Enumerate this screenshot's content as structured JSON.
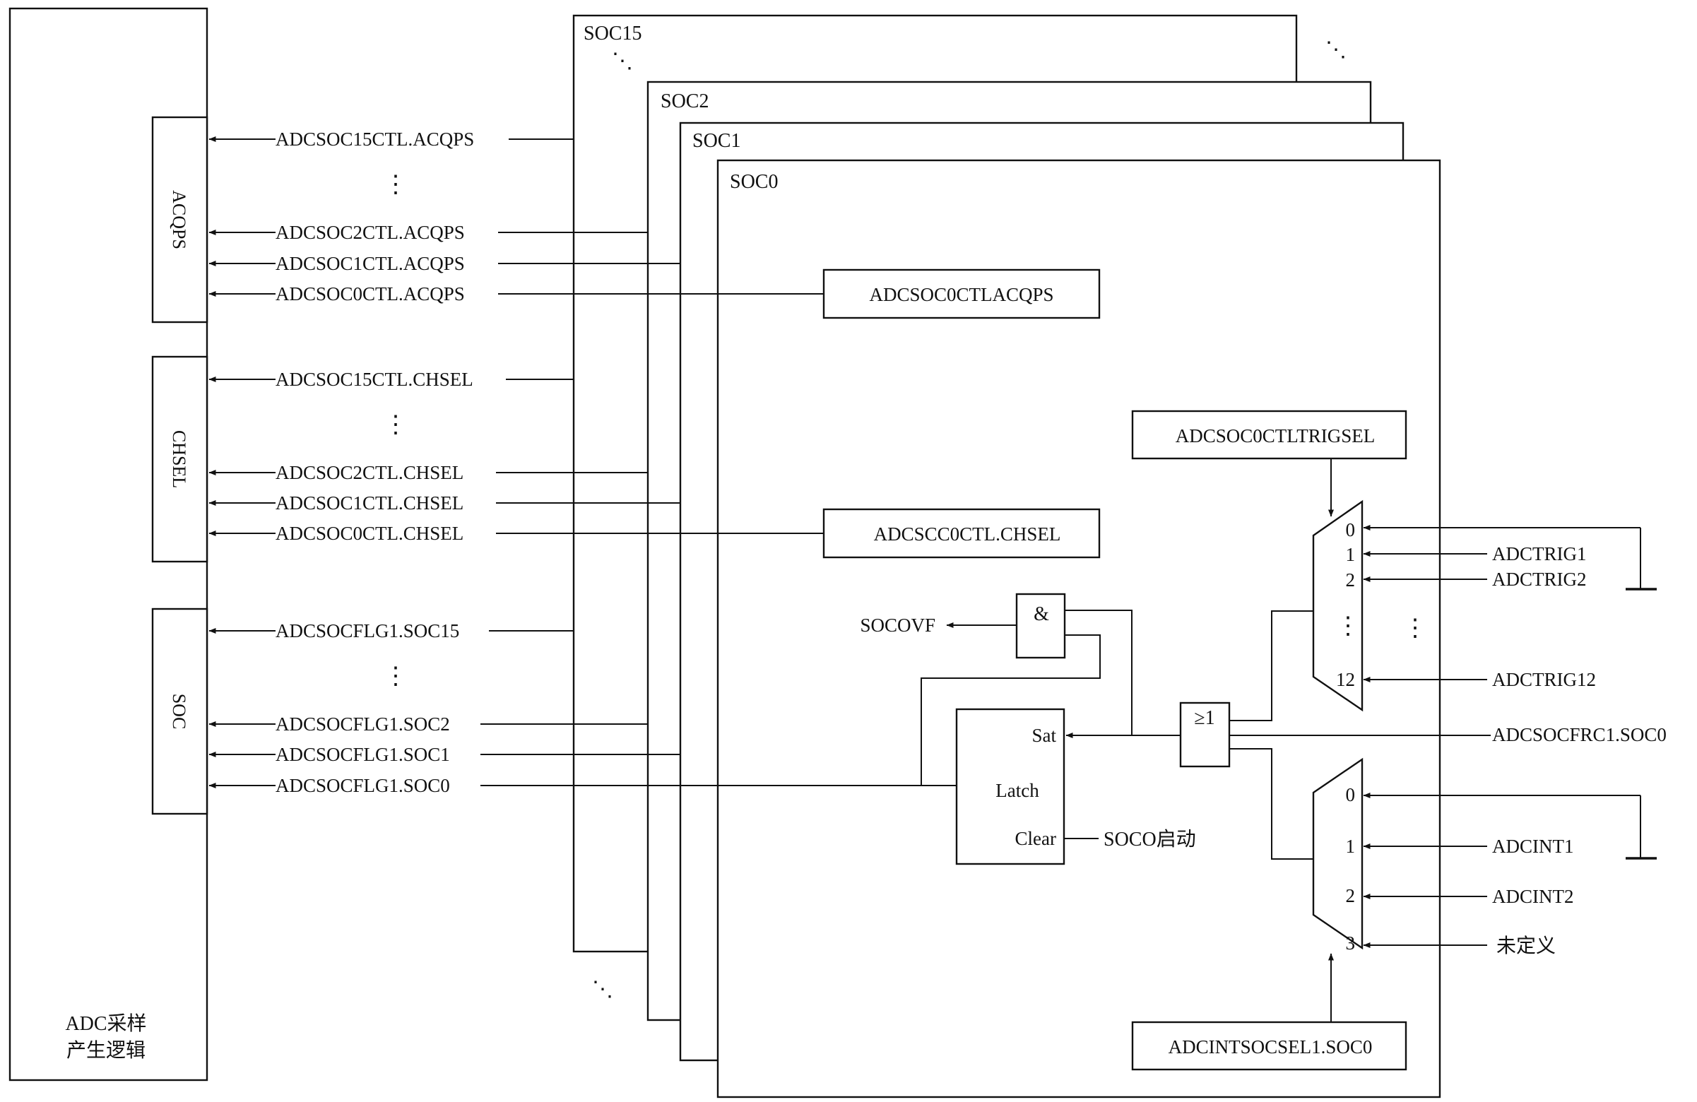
{
  "main_block": {
    "label_line1": "ADC采样",
    "label_line2": "产生逻辑"
  },
  "groups": {
    "acqps": "ACQPS",
    "chsel": "CHSEL",
    "soc": "SOC"
  },
  "soc_frames": {
    "soc15": "SOC15",
    "soc2": "SOC2",
    "soc1": "SOC1",
    "soc0": "SOC0"
  },
  "signals": {
    "acqps15": "ADCSOC15CTL.ACQPS",
    "acqps2": "ADCSOC2CTL.ACQPS",
    "acqps1": "ADCSOC1CTL.ACQPS",
    "acqps0": "ADCSOC0CTL.ACQPS",
    "chsel15": "ADCSOC15CTL.CHSEL",
    "chsel2": "ADCSOC2CTL.CHSEL",
    "chsel1": "ADCSOC1CTL.CHSEL",
    "chsel0": "ADCSOC0CTL.CHSEL",
    "flg15": "ADCSOCFLG1.SOC15",
    "flg2": "ADCSOCFLG1.SOC2",
    "flg1": "ADCSOCFLG1.SOC1",
    "flg0": "ADCSOCFLG1.SOC0"
  },
  "registers": {
    "acqps": "ADCSOC0CTLACQPS",
    "chsel": "ADCSCC0CTL.CHSEL",
    "trigsel": "ADCSOC0CTLTRIGSEL",
    "intsel": "ADCINTSOCSEL1.SOC0"
  },
  "logic": {
    "and_gate": "&",
    "or_gate": "≥1",
    "socovf": "SOCOVF",
    "latch_sat": "Sat",
    "latch_latch": "Latch",
    "latch_clear": "Clear",
    "soco_start": "SOCO启动"
  },
  "trig_mux": {
    "inputs": [
      "0",
      "1",
      "2",
      "12"
    ],
    "sources": [
      "ADCTRIG1",
      "ADCTRIG2",
      "ADCTRIG12"
    ]
  },
  "force": "ADCSOCFRC1.SOC0",
  "int_mux": {
    "inputs": [
      "0",
      "1",
      "2",
      "3"
    ],
    "sources": [
      "ADCINT1",
      "ADCINT2",
      "未定义"
    ]
  },
  "dots": {
    "vertical": "⋮",
    "diagonal": "⋱"
  }
}
